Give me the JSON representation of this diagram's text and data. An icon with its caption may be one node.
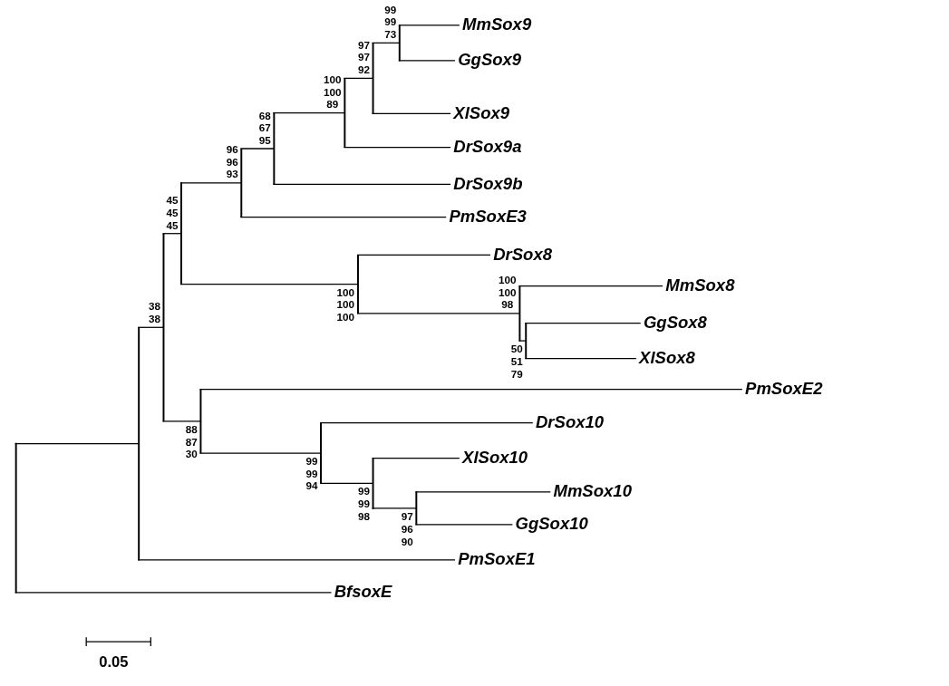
{
  "diagram": {
    "nodes": [
      {
        "text": [],
        "shape": "bar"
      },
      {
        "text": [],
        "shape": "bar"
      },
      {
        "text": [],
        "shape": "bar",
        "beside": [
          "38 38"
        ]
      },
      {
        "text": [],
        "shape": "bar",
        "beside": [
          "45 45 45"
        ]
      },
      {
        "text": [],
        "shape": "bar",
        "beside": [
          "96 96 93"
        ]
      },
      {
        "text": [],
        "shape": "bar",
        "beside": [
          "68 67 95"
        ]
      },
      {
        "text": [],
        "shape": "bar",
        "beside": [
          "100 100 89"
        ]
      },
      {
        "text": [],
        "shape": "bar",
        "beside": [
          "97 97 92"
        ]
      },
      {
        "text": [],
        "shape": "bar",
        "beside": [
          "99 99 73"
        ]
      },
      {
        "text": [
          "MmSox9"
        ]
      },
      {
        "text": [
          "GgSox9"
        ]
      },
      {
        "text": [
          "XlSox9"
        ]
      },
      {
        "text": [
          "DrSox9a"
        ]
      },
      {
        "text": [
          "DrSox9b"
        ]
      },
      {
        "text": [
          "PmSoxE3"
        ]
      },
      {
        "text": [],
        "shape": "bar",
        "beside": [
          "100 100 100"
        ]
      },
      {
        "text": [
          "DrSox8"
        ]
      },
      {
        "text": [],
        "shape": "bar",
        "beside": [
          "100 100 98"
        ]
      },
      {
        "text": [
          "MmSox8"
        ]
      },
      {
        "text": [],
        "shape": "bar",
        "beside": [
          "50 51 79"
        ]
      },
      {
        "text": [
          "GgSox8"
        ]
      },
      {
        "text": [
          "XlSox8"
        ]
      },
      {
        "text": [],
        "shape": "bar",
        "beside": [
          "88 87 30"
        ]
      },
      {
        "text": [
          "PmSoxE2"
        ]
      },
      {
        "text": [],
        "shape": "bar",
        "beside": [
          "99 99 94"
        ]
      },
      {
        "text": [
          "DrSox10"
        ]
      },
      {
        "text": [],
        "shape": "bar",
        "beside": [
          "99 99 98"
        ]
      },
      {
        "text": [
          "XlSox10"
        ]
      },
      {
        "text": [],
        "shape": "bar",
        "beside": [
          "97 96 90"
        ]
      },
      {
        "text": [
          "MmSox10"
        ]
      },
      {
        "text": [
          "GgSox10"
        ]
      },
      {
        "text": [
          "PmSoxE1"
        ]
      },
      {
        "text": [
          "BfsoxE"
        ]
      }
    ],
    "edges": [
      {
        "from": 0,
        "to": 1,
        "arrow": "none"
      },
      {
        "from": 0,
        "to": 32,
        "arrow": "none"
      },
      {
        "from": 1,
        "to": 2,
        "arrow": "none"
      },
      {
        "from": 1,
        "to": 31,
        "arrow": "none"
      },
      {
        "from": 2,
        "to": 3,
        "arrow": "none"
      },
      {
        "from": 2,
        "to": 22,
        "arrow": "none"
      },
      {
        "from": 3,
        "to": 4,
        "arrow": "none"
      },
      {
        "from": 3,
        "to": 15,
        "arrow": "none"
      },
      {
        "from": 4,
        "to": 5,
        "arrow": "none"
      },
      {
        "from": 4,
        "to": 14,
        "arrow": "none"
      },
      {
        "from": 5,
        "to": 6,
        "arrow": "none"
      },
      {
        "from": 5,
        "to": 13,
        "arrow": "none"
      },
      {
        "from": 6,
        "to": 7,
        "arrow": "none"
      },
      {
        "from": 6,
        "to": 12,
        "arrow": "none"
      },
      {
        "from": 7,
        "to": 8,
        "arrow": "none"
      },
      {
        "from": 7,
        "to": 11,
        "arrow": "none"
      },
      {
        "from": 8,
        "to": 9,
        "arrow": "none"
      },
      {
        "from": 8,
        "to": 10,
        "arrow": "none"
      },
      {
        "from": 15,
        "to": 16,
        "arrow": "none"
      },
      {
        "from": 15,
        "to": 17,
        "arrow": "none"
      },
      {
        "from": 17,
        "to": 18,
        "arrow": "none"
      },
      {
        "from": 17,
        "to": 19,
        "arrow": "none"
      },
      {
        "from": 19,
        "to": 20,
        "arrow": "none"
      },
      {
        "from": 19,
        "to": 21,
        "arrow": "none"
      },
      {
        "from": 22,
        "to": 23,
        "arrow": "none"
      },
      {
        "from": 22,
        "to": 24,
        "arrow": "none"
      },
      {
        "from": 24,
        "to": 25,
        "arrow": "none"
      },
      {
        "from": 24,
        "to": 26,
        "arrow": "none"
      },
      {
        "from": 26,
        "to": 27,
        "arrow": "none"
      },
      {
        "from": 26,
        "to": 28,
        "arrow": "none"
      },
      {
        "from": 28,
        "to": 29,
        "arrow": "none"
      },
      {
        "from": 28,
        "to": 30,
        "arrow": "none"
      }
    ],
    "labels": [
      "0.05"
    ]
  }
}
